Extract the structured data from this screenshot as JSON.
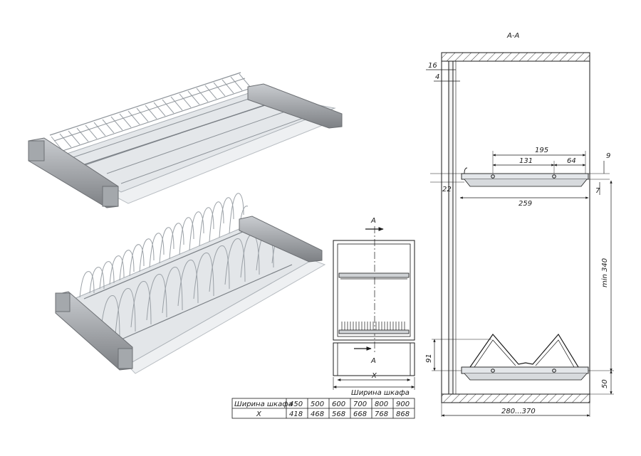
{
  "section": {
    "title": "A-A"
  },
  "dims": {
    "d16": "16",
    "d4": "4",
    "d195": "195",
    "d131": "131",
    "d64": "64",
    "d9": "9",
    "d22": "22",
    "d7": "7",
    "d259": "259",
    "dmin340": "min 340",
    "d91": "91",
    "d50": "50",
    "d280": "280...370"
  },
  "front": {
    "label_a_top": "A",
    "label_a_bottom": "A",
    "label_x": "X",
    "label_width": "Ширина шкафа"
  },
  "table": {
    "header": "Ширина шкафа",
    "row_label": "X",
    "widths": [
      "450",
      "500",
      "600",
      "700",
      "800",
      "900"
    ],
    "x_values": [
      "418",
      "468",
      "568",
      "668",
      "768",
      "868"
    ]
  },
  "colors": {
    "line": "#1a1a1a",
    "metal": "#9aa0a6",
    "plastic": "#7d7f82",
    "tray": "#e7eaec"
  }
}
